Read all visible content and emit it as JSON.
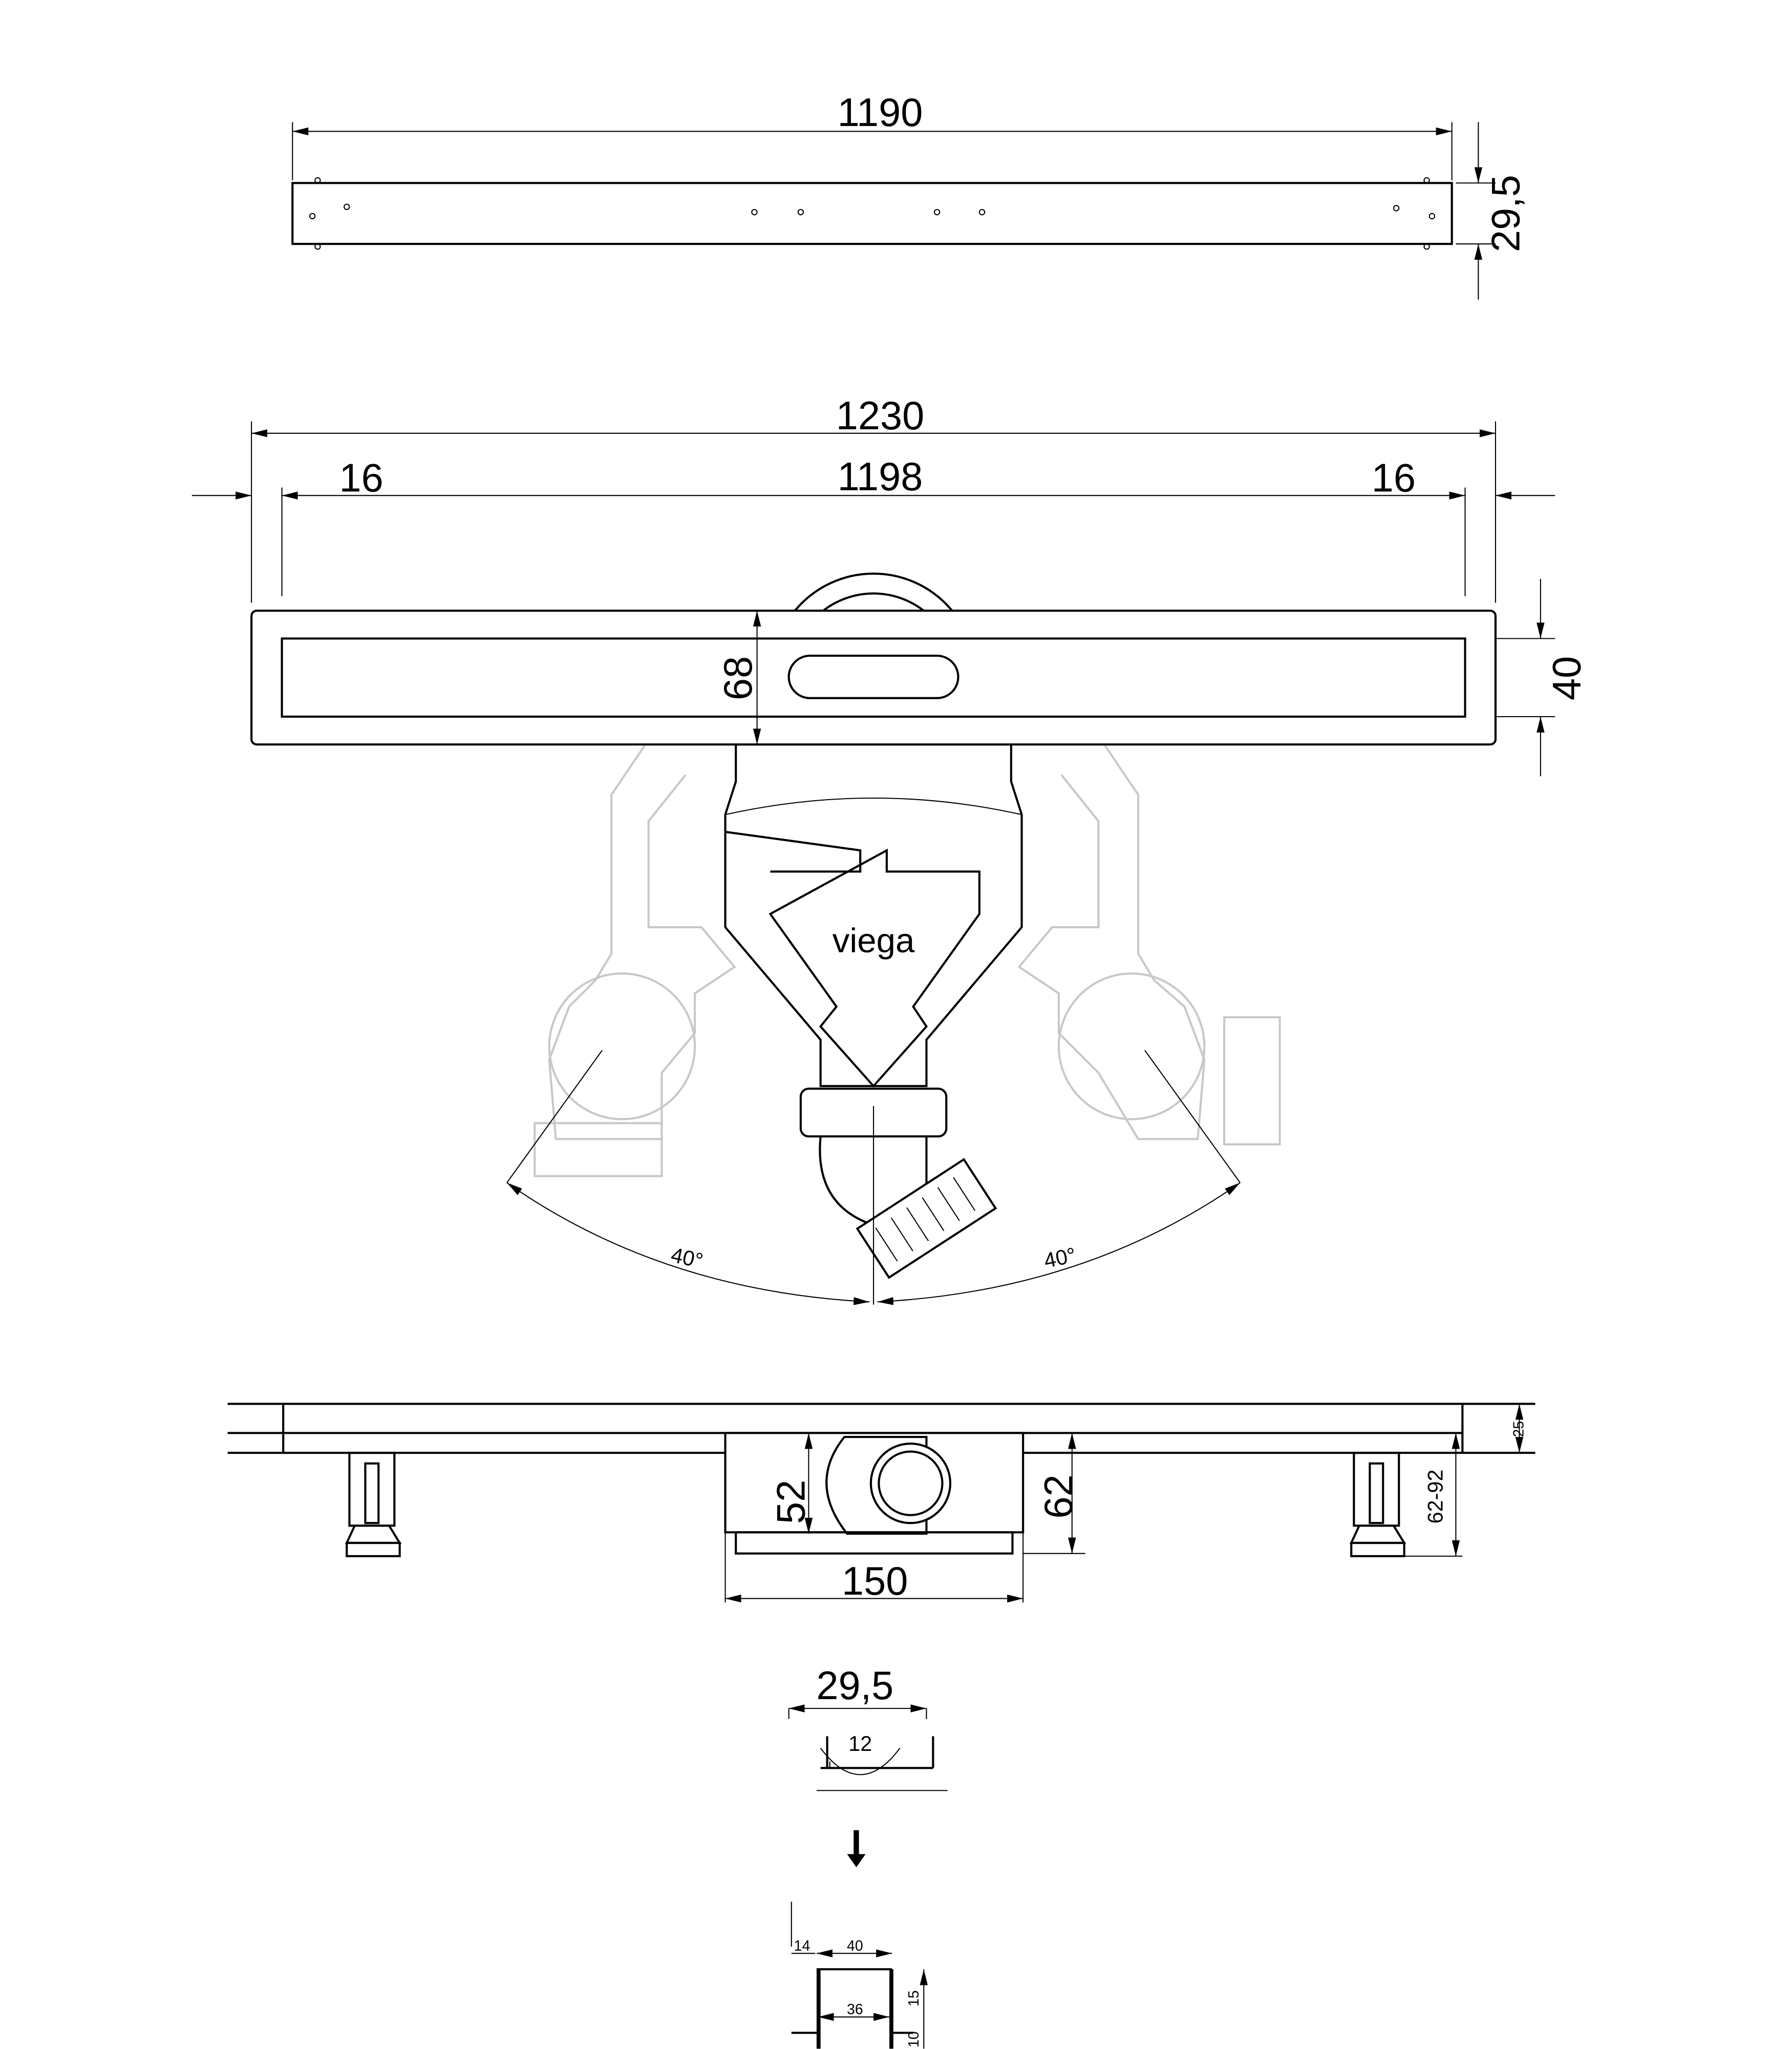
{
  "top_view": {
    "length": "1190",
    "width": "29,5"
  },
  "plan_view": {
    "overall_length": "1230",
    "inner_length": "1198",
    "left_margin": "16",
    "right_margin": "16",
    "channel_width": "68",
    "height": "40",
    "brand": "viega",
    "angle_left": "40°",
    "angle_right": "40°"
  },
  "side_view": {
    "frame_height": "25",
    "outlet_height": "52",
    "body_height": "62",
    "adjustable_height": "62-92",
    "body_width": "150"
  },
  "section_view": {
    "grate_width": "29,5",
    "grate_height": "12",
    "flange": "14",
    "outer_width": "40",
    "inner_width": "36",
    "upper_depth": "15",
    "lower_depth": "10"
  },
  "colors": {
    "line": "#000000",
    "ghost": "#c8c8c8"
  }
}
